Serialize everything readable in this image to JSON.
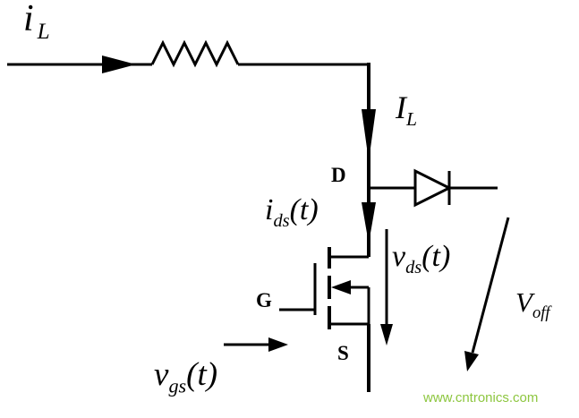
{
  "labels": {
    "il_in": {
      "base": "i",
      "sub": "L"
    },
    "il_arrow": {
      "base": "I",
      "sub": "L"
    },
    "drain": "D",
    "ids": {
      "base": "i",
      "sub": "ds",
      "tail": "(t)"
    },
    "gate": "G",
    "source": "S",
    "vds": {
      "base": "v",
      "sub": "ds",
      "tail": "(t)"
    },
    "voff": {
      "base": "V",
      "sub": "off"
    },
    "vgs": {
      "base": "v",
      "sub": "gs",
      "tail": "(t)"
    }
  },
  "watermark": {
    "text": "www.cntronics.com",
    "color": "#8dc63f"
  },
  "colors": {
    "line": "#000000",
    "background": "#ffffff"
  }
}
